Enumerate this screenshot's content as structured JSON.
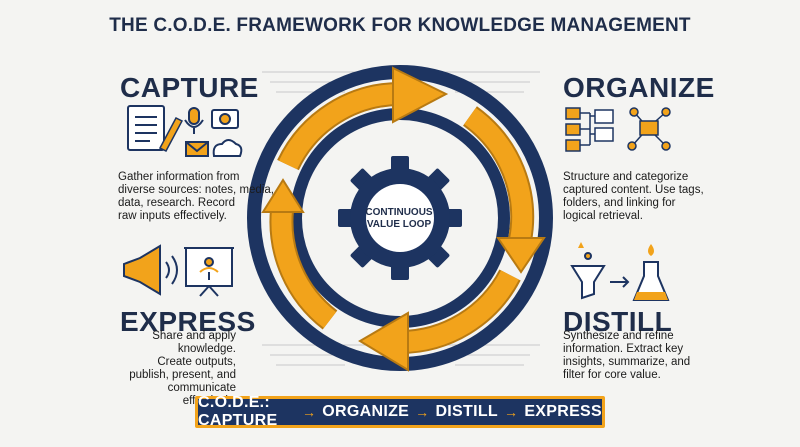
{
  "title": "THE C.O.D.E. FRAMEWORK FOR KNOWLEDGE MANAGEMENT",
  "phases": {
    "capture": {
      "title": "CAPTURE",
      "desc": [
        "Gather information from",
        "diverse sources: notes, media,",
        "data, research. Record",
        "raw inputs effectively."
      ]
    },
    "organize": {
      "title": "ORGANIZE",
      "desc": [
        "Structure and categorize",
        "captured content. Use tags,",
        "folders, and linking for",
        "logical retrieval."
      ]
    },
    "distill": {
      "title": "DISTILL",
      "desc": [
        "Synthesize and refine",
        "information. Extract key",
        "insights, summarize, and",
        "filter for core value."
      ]
    },
    "express": {
      "title": "EXPRESS",
      "desc": [
        "Share and apply knowledge.",
        "Create outputs,",
        "publish, present, and",
        "communicate effectively."
      ]
    }
  },
  "center": [
    "CONTINUOUS",
    "VALUE LOOP"
  ],
  "banner": {
    "prefix": "C.O.D.E.: CAPTURE",
    "step2": "ORGANIZE",
    "step3": "DISTILL",
    "step4": "EXPRESS",
    "arrow": "→"
  },
  "colors": {
    "navy": "#1d3461",
    "gold": "#f2a31b",
    "background": "#f4f4f2"
  },
  "icons": [
    "notebook-icon",
    "pencil-icon",
    "microphone-icon",
    "camera-icon",
    "envelope-icon",
    "cloud-icon",
    "folder-tree-icon",
    "folder-network-icon",
    "funnel-icon",
    "flask-icon",
    "megaphone-icon",
    "presentation-board-icon",
    "gear-icon"
  ]
}
